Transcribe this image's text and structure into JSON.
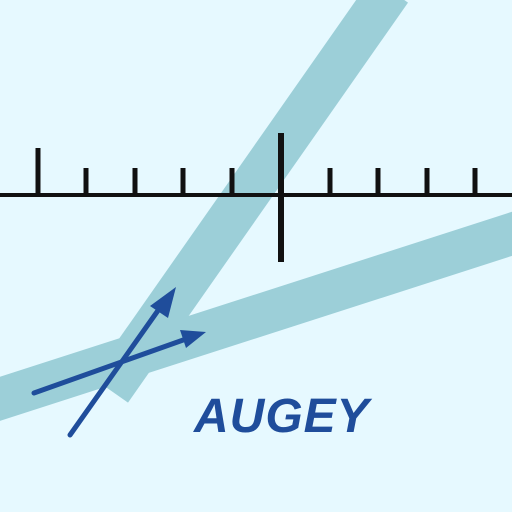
{
  "logo": {
    "brand_name": "AUGEY",
    "background_color": "#e6f9ff",
    "band_color": "#9ccfd8",
    "scale_color": "#111111",
    "arrow_color": "#1f4d9b",
    "brand_color": "#1f4d9b",
    "elements": [
      "diagonal-band",
      "flat-band",
      "scale-ruler",
      "crossing-arrows",
      "brand-wordmark"
    ]
  }
}
